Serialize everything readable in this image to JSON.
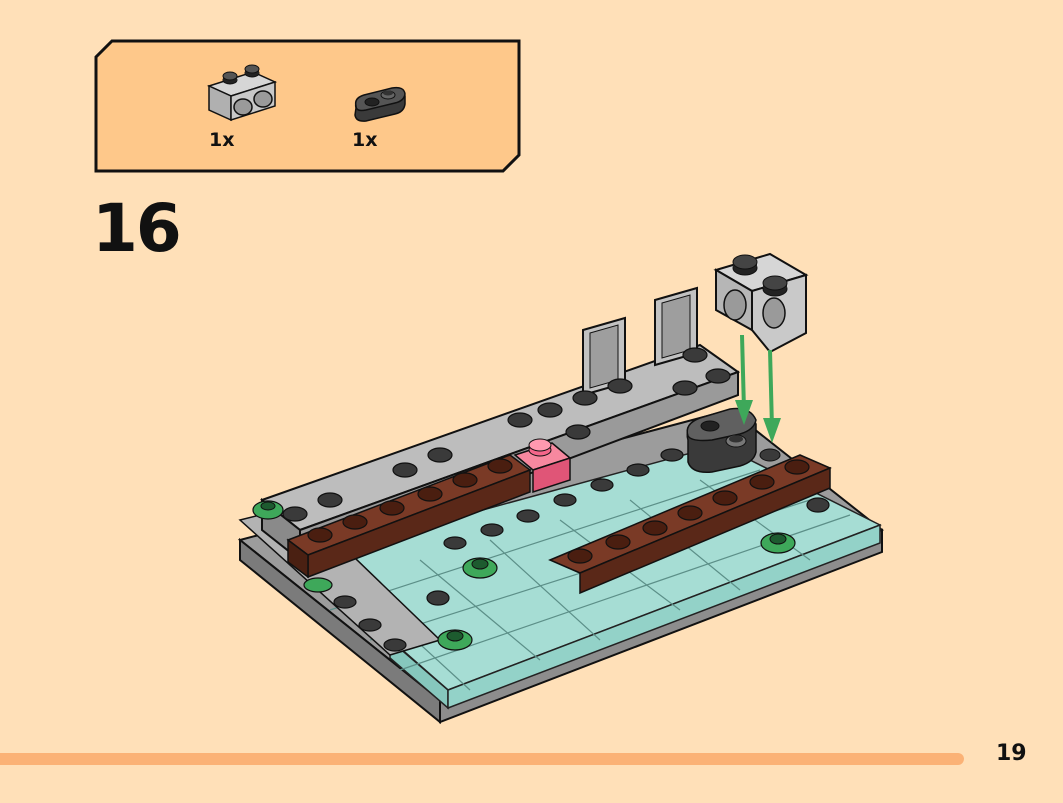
{
  "parts": [
    {
      "part_icon": "light-gray-technic-brick-1x2-with-holes-icon",
      "quantity": "1x"
    },
    {
      "part_icon": "dark-gray-plate-1x2-rounded-with-holes-icon",
      "quantity": "1x"
    }
  ],
  "step_number": "16",
  "page_number": "19",
  "colors": {
    "page_background": "#ffe0b8",
    "parts_box": "#fec88a",
    "footer_bar": "#fbb276",
    "arrow": "#3ea85a",
    "brown": "#6a3121",
    "pink": "#f4668a",
    "trans_light_blue": "#a6ddd4",
    "light_gray": "#b3b3b3",
    "dark_gray": "#505050"
  }
}
